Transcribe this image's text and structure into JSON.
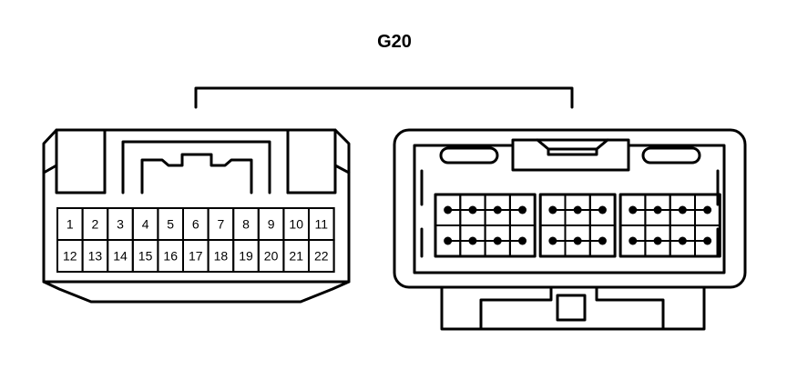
{
  "connector_id": "G20",
  "left_connector": {
    "rows": [
      [
        "1",
        "2",
        "3",
        "4",
        "5",
        "6",
        "7",
        "8",
        "9",
        "10",
        "11"
      ],
      [
        "12",
        "13",
        "14",
        "15",
        "16",
        "17",
        "18",
        "19",
        "20",
        "21",
        "22"
      ]
    ]
  },
  "right_connector": {
    "groups": [
      {
        "columns": 4,
        "rows": 2
      },
      {
        "columns": 3,
        "rows": 2
      },
      {
        "columns": 4,
        "rows": 2
      }
    ]
  },
  "colors": {
    "line": "#000000",
    "background": "#ffffff"
  }
}
